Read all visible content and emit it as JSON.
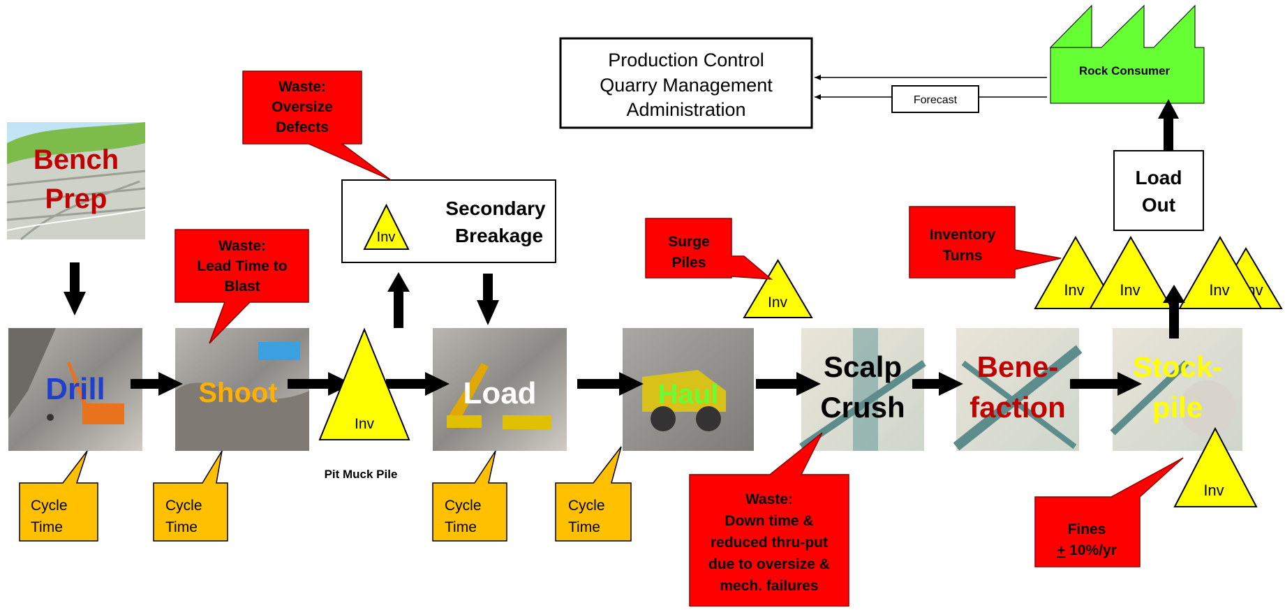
{
  "production_control": {
    "line1": "Production Control",
    "line2": "Quarry Management",
    "line3": "Administration"
  },
  "forecast": "Forecast",
  "rock_consumer": "Rock Consumer",
  "load_out": {
    "line1": "Load",
    "line2": "Out"
  },
  "secondary_breakage": {
    "line1": "Secondary",
    "line2": "Breakage"
  },
  "bench_prep": {
    "line1": "Bench",
    "line2": "Prep"
  },
  "steps": {
    "drill": "Drill",
    "shoot": "Shoot",
    "load": "Load",
    "haul": "Haul",
    "scalp_crush": {
      "line1": "Scalp",
      "line2": "Crush"
    },
    "benefaction": {
      "line1": "Bene-",
      "line2": "faction"
    },
    "stockpile": {
      "line1": "Stock-",
      "line2": "pile"
    }
  },
  "inv_label": "Inv",
  "pit_muck_pile": "Pit Muck Pile",
  "cycle_time": {
    "line1": "Cycle",
    "line2": "Time"
  },
  "callouts": {
    "waste_oversize": {
      "line1": "Waste:",
      "line2": "Oversize",
      "line3": "Defects"
    },
    "waste_lead_time": {
      "line1": "Waste:",
      "line2": "Lead Time to",
      "line3": "Blast"
    },
    "surge_piles": {
      "line1": "Surge",
      "line2": "Piles"
    },
    "inventory_turns": {
      "line1": "Inventory",
      "line2": "Turns"
    },
    "waste_downtime": {
      "line1": "Waste:",
      "line2": "Down time &",
      "line3": "reduced thru-put",
      "line4": "due to oversize &",
      "line5": "mech. failures"
    },
    "fines": {
      "line1": "Fines",
      "line2_sign": "+",
      "line2_rest": " 10%/yr"
    }
  },
  "colors": {
    "callout_red": "#ff0000",
    "cycle_yellow": "#ffc000",
    "inv_yellow": "#ffff00",
    "consumer_green": "#66ff33",
    "dark_red_text": "#c00000",
    "drill_blue": "#1f3fcc",
    "shoot_orange": "#ffb000",
    "haul_green": "#66ff33",
    "stockpile_yellow": "#ffff00"
  }
}
